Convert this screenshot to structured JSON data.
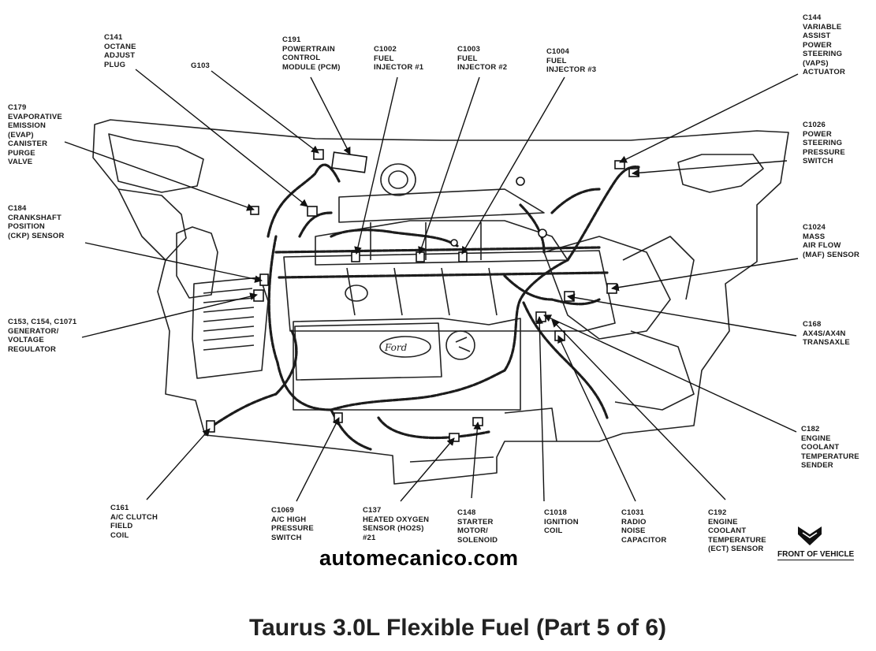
{
  "labels": {
    "c141": "C141\nOCTANE\nADJUST\nPLUG",
    "g103": "G103",
    "c191": "C191\nPOWERTRAIN\nCONTROL\nMODULE (PCM)",
    "c1002": "C1002\nFUEL\nINJECTOR #1",
    "c1003": "C1003\nFUEL\nINJECTOR #2",
    "c1004": "C1004\nFUEL\nINJECTOR #3",
    "c144": "C144\nVARIABLE\nASSIST\nPOWER\nSTEERING\n(VAPS)\nACTUATOR",
    "c179": "C179\nEVAPORATIVE\nEMISSION\n(EVAP)\nCANISTER\nPURGE\nVALVE",
    "c1026": "C1026\nPOWER\nSTEERING\nPRESSURE\nSWITCH",
    "c184": "C184\nCRANKSHAFT\nPOSITION\n(CKP) SENSOR",
    "c1024": "C1024\nMASS\nAIR FLOW\n(MAF) SENSOR",
    "c153": "C153, C154, C1071\nGENERATOR/\nVOLTAGE\nREGULATOR",
    "c168": "C168\nAX4S/AX4N\nTRANSAXLE",
    "c182": "C182\nENGINE\nCOOLANT\nTEMPERATURE\nSENDER",
    "c161": "C161\nA/C CLUTCH\nFIELD\nCOIL",
    "c1069": "C1069\nA/C HIGH\nPRESSURE\nSWITCH",
    "c137": "C137\nHEATED OXYGEN\nSENSOR (HO2S)\n#21",
    "c148": "C148\nSTARTER\nMOTOR/\nSOLENOID",
    "c1018": "C1018\nIGNITION\nCOIL",
    "c1031": "C1031\nRADIO\nNOISE\nCAPACITOR",
    "c192": "C192\nENGINE\nCOOLANT\nTEMPERATURE\n(ECT) SENSOR"
  },
  "engine_badge": "Ford",
  "watermark": "automecanico.com",
  "front_of_vehicle": "FRONT OF VEHICLE",
  "title": "Taurus 3.0L Flexible Fuel (Part 5 of 6)",
  "colors": {
    "ink": "#1a1a1a",
    "background": "#ffffff"
  }
}
